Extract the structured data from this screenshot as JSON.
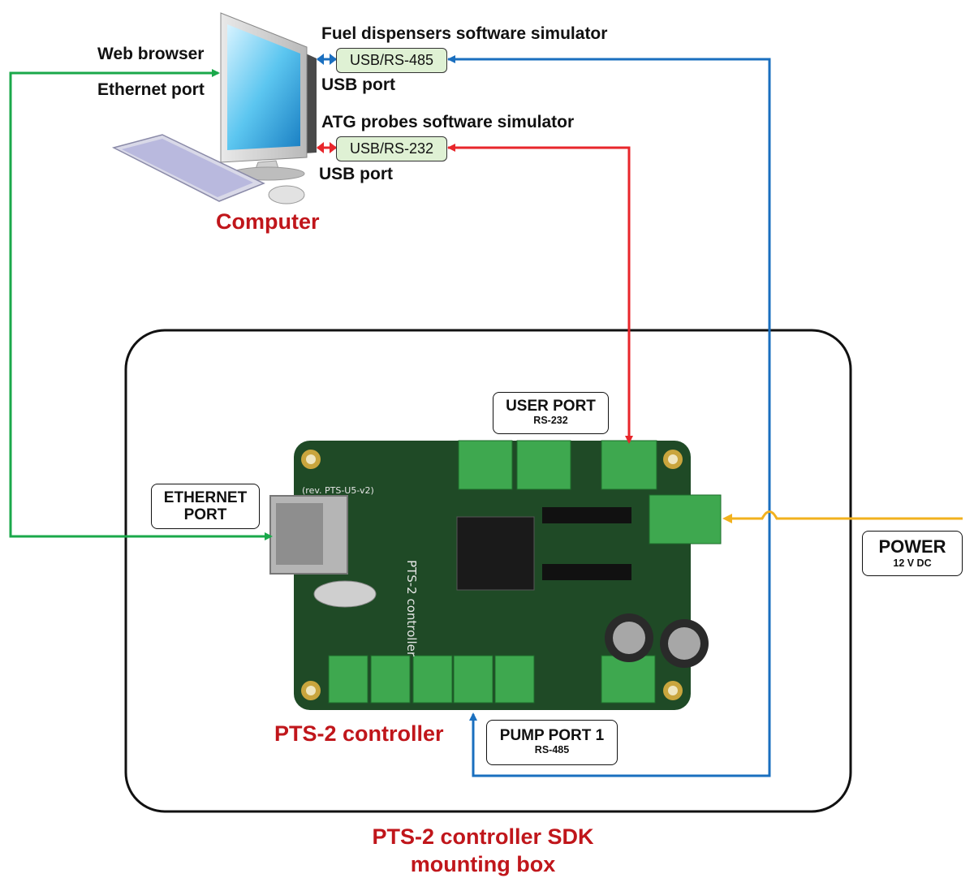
{
  "computer": {
    "title": "Computer",
    "web_browser": "Web browser",
    "ethernet_port": "Ethernet port"
  },
  "usb485": {
    "header": "Fuel dispensers software simulator",
    "device": "USB/RS-485",
    "port": "USB port"
  },
  "usb232": {
    "header": "ATG probes software simulator",
    "device": "USB/RS-232",
    "port": "USB port"
  },
  "ports": {
    "user_main": "USER PORT",
    "user_sub": "RS-232",
    "eth_line1": "ETHERNET",
    "eth_line2": "PORT",
    "power_main": "POWER",
    "power_sub": "12 V DC",
    "pump_main": "PUMP PORT 1",
    "pump_sub": "RS-485"
  },
  "controller": {
    "label": "PTS-2 controller",
    "pcb_text": "PTS-2 controller",
    "rev_text": "(rev. PTS-U5-v2)"
  },
  "mounting_box": {
    "line1": "PTS-2 controller SDK",
    "line2": "mounting box"
  },
  "colors": {
    "ethernet": "#1aa84a",
    "rs485": "#1a6fbf",
    "rs232": "#e8262b",
    "power": "#f2b11e",
    "title_red": "#c0161b",
    "pcb": "#1f4a26"
  }
}
